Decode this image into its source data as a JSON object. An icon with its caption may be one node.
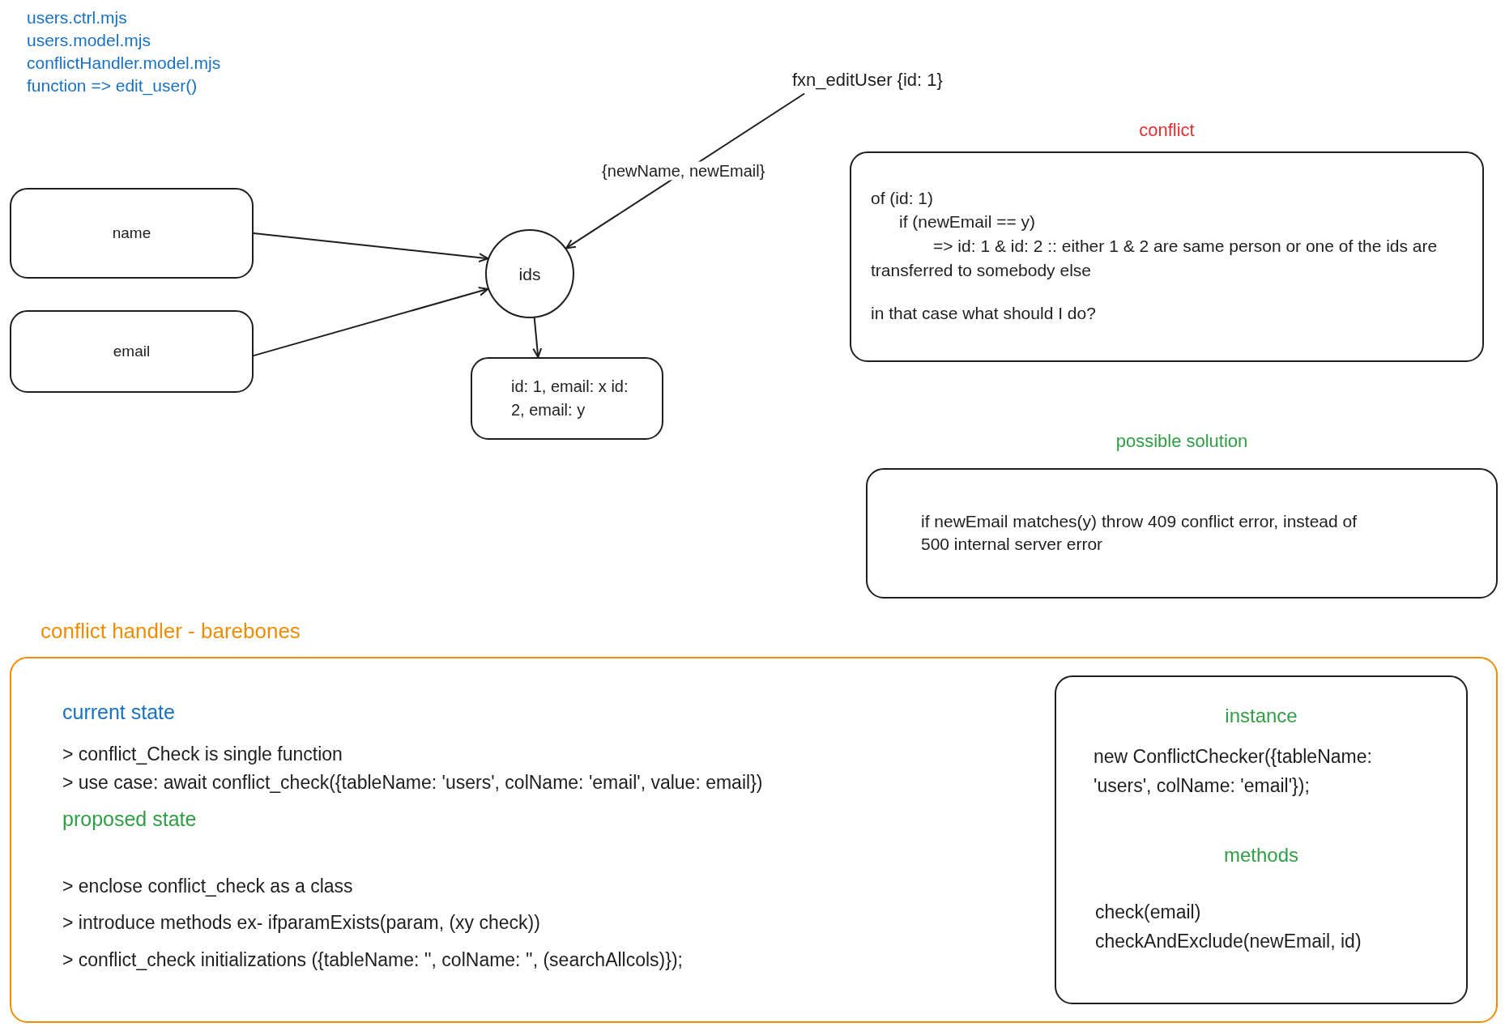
{
  "diagram": {
    "nodes": [
      {
        "text": [
          "name"
        ]
      },
      {
        "text": [
          "email"
        ]
      },
      {
        "text": [
          "ids"
        ]
      },
      {
        "text": [
          "id: 1, email: x id: 2, email: y"
        ]
      },
      {
        "text": [
          "fxn_editUser {id: 1}"
        ]
      },
      {
        "text": [
          "conflict",
          "of (id: 1)",
          "if (newEmail == y)",
          "=> id: 1 & id: 2 :: either 1 & 2 are same person or one of the ids are transferred to somebody else",
          "in that case what should I do?"
        ]
      },
      {
        "text": [
          "possible solution",
          "if newEmail matches(y) throw 409 conflict error, instead of 500 internal server error"
        ]
      },
      {
        "text": [
          "conflict handler - barebones",
          "current state",
          "> conflict_Check is single function",
          "> use case: await conflict_check({tableName: 'users', colName: 'email', value: email})",
          "proposed state",
          "> enclose conflict_check as a class",
          "> introduce methods ex- ifparamExists(param, (xy check))",
          "> conflict_check initializations ({tableName: '', colName: '', (searchAllcols)});"
        ]
      },
      {
        "text": [
          "instance",
          "new ConflictChecker({tableName: 'users', colName: 'email'});",
          "methods",
          "check(email) checkAndExclude(newEmail, id)"
        ],
        "in": 7
      }
    ],
    "edges": [
      {
        "from": 0,
        "to": 2,
        "arrow": "to"
      },
      {
        "from": 1,
        "to": 2,
        "arrow": "to"
      },
      {
        "from": 4,
        "to": 2,
        "label": "{newName, newEmail}",
        "arrow": "to"
      },
      {
        "from": 2,
        "to": 3,
        "arrow": "to"
      }
    ],
    "labels": [
      "users.ctrl.mjs",
      "users.model.mjs",
      "conflictHandler.model.mjs",
      "function => edit_user()"
    ]
  }
}
